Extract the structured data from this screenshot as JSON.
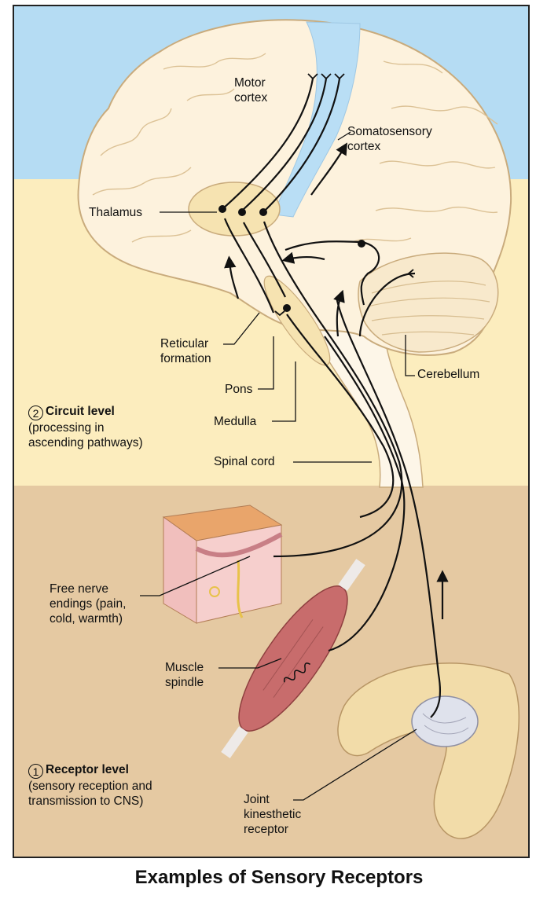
{
  "colors": {
    "sky": "#b5dcf3",
    "ascending_zone": "#fcedbe",
    "receptor_zone": "#e5c9a2",
    "brain": "#fdf2dd",
    "motor_strip": "#b9def5",
    "thalamus": "#f6e3b1",
    "nerve": "#111111"
  },
  "labels": {
    "motor_cortex": "Motor\ncortex",
    "somatosensory_cortex": "Somatosensory\ncortex",
    "thalamus": "Thalamus",
    "reticular_formation": "Reticular\nformation",
    "pons": "Pons",
    "medulla": "Medulla",
    "spinal_cord": "Spinal cord",
    "cerebellum": "Cerebellum",
    "free_nerve_endings": "Free nerve\nendings (pain,\ncold, warmth)",
    "muscle_spindle": "Muscle\nspindle",
    "joint_receptor": "Joint\nkinesthetic\nreceptor"
  },
  "levels": {
    "circuit": {
      "number": "2",
      "title": "Circuit level",
      "description": "(processing in\nascending pathways)"
    },
    "receptor": {
      "number": "1",
      "title": "Receptor level",
      "description": "(sensory reception and\ntransmission to CNS)"
    }
  },
  "caption": "Examples of Sensory Receptors"
}
